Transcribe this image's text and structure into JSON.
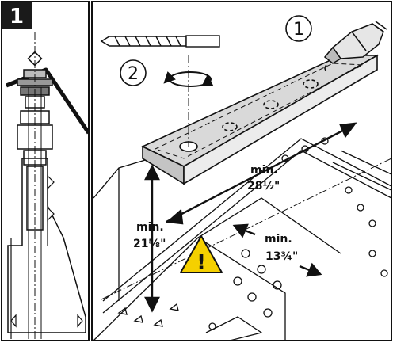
{
  "step_number": "1",
  "sub_steps": {
    "drill": "2",
    "adhesive": "1"
  },
  "warning_glyph": "!",
  "measurements": {
    "length_top": {
      "label": "min.",
      "value": "28½\""
    },
    "length_left": {
      "label": "min.",
      "value": "21⁵⁄₈\""
    },
    "length_right": {
      "label": "min.",
      "value": "13¾\""
    }
  },
  "icons": [
    "drill-bit-icon",
    "rotation-icon",
    "adhesive-tube-icon",
    "warning-icon"
  ],
  "colors": {
    "ink": "#111111",
    "warning": "#f5d000",
    "rail": "#d9d9d9",
    "badge": "#1a1a1a"
  }
}
